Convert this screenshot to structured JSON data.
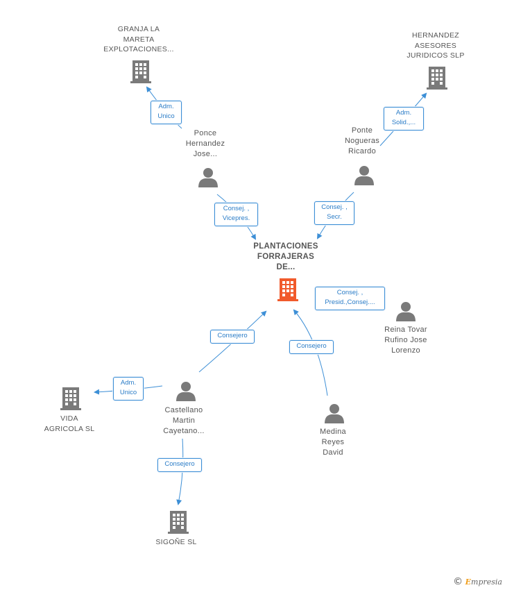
{
  "colors": {
    "edge": "#3d8fd6",
    "node_gray": "#7a7a7a",
    "node_main": "#f15a2b"
  },
  "nodes": {
    "granja": {
      "lines": [
        "GRANJA LA",
        "MARETA",
        "EXPLOTACIONES..."
      ],
      "icon": "building-icon"
    },
    "hernandez": {
      "lines": [
        "HERNANDEZ",
        "ASESORES",
        "JURIDICOS SLP"
      ],
      "icon": "building-icon"
    },
    "ponce": {
      "lines": [
        "Ponce",
        "Hernandez",
        "Jose..."
      ],
      "icon": "person-icon"
    },
    "ponte": {
      "lines": [
        "Ponte",
        "Nogueras",
        "Ricardo"
      ],
      "icon": "person-icon"
    },
    "main": {
      "lines": [
        "PLANTACIONES",
        "FORRAJERAS",
        "DE..."
      ],
      "icon": "building-icon"
    },
    "reina": {
      "lines": [
        "Reina Tovar",
        "Rufino Jose",
        "Lorenzo"
      ],
      "icon": "person-icon"
    },
    "vida": {
      "lines": [
        "VIDA",
        "AGRICOLA SL"
      ],
      "icon": "building-icon"
    },
    "castellano": {
      "lines": [
        "Castellano",
        "Martin",
        "Cayetano..."
      ],
      "icon": "person-icon"
    },
    "medina": {
      "lines": [
        "Medina",
        "Reyes",
        "David"
      ],
      "icon": "person-icon"
    },
    "sigone": {
      "lines": [
        "SIGOÑE SL"
      ],
      "icon": "building-icon"
    }
  },
  "edges": {
    "ponce_granja": [
      "Adm.",
      "Unico"
    ],
    "ponte_hernandez": [
      "Adm.",
      "Solid.,..."
    ],
    "ponce_main": [
      "Consej. ,",
      "Vicepres."
    ],
    "ponte_main": [
      "Consej. ,",
      "Secr."
    ],
    "reina_main": [
      "Consej. ,",
      "Presid.,Consej...."
    ],
    "castellano_main": [
      "Consejero"
    ],
    "medina_main": [
      "Consejero"
    ],
    "castellano_vida": [
      "Adm.",
      "Unico"
    ],
    "castellano_sigone": [
      "Consejero"
    ]
  },
  "brand": {
    "copyright": "©",
    "initial": "E",
    "rest": "mpresia"
  }
}
